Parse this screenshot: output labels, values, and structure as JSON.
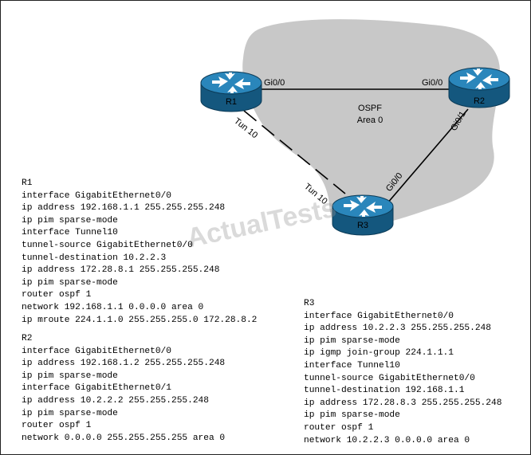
{
  "diagram": {
    "area_label_line1": "OSPF",
    "area_label_line2": "Area 0",
    "routers": {
      "r1": "R1",
      "r2": "R2",
      "r3": "R3"
    },
    "interfaces": {
      "r1_gi00": "Gi0/0",
      "r2_gi00": "Gi0/0",
      "r2_gi01": "Gi0/1",
      "r3_gi00": "Gi0/0",
      "r1_tun": "Tun 10",
      "r3_tun": "Tun 10"
    },
    "colors": {
      "router_blue": "#1b6f9e",
      "area_gray": "#c8c8c8"
    }
  },
  "watermark": "ActualTests",
  "configs": {
    "r1": [
      "R1",
      "interface GigabitEthernet0/0",
      "ip address 192.168.1.1 255.255.255.248",
      "ip pim sparse-mode",
      "interface Tunnel10",
      "tunnel-source GigabitEthernet0/0",
      "tunnel-destination 10.2.2.3",
      "ip address 172.28.8.1 255.255.255.248",
      "ip pim sparse-mode",
      "router ospf 1",
      "network 192.168.1.1 0.0.0.0 area 0",
      "ip mroute 224.1.1.0 255.255.255.0 172.28.8.2"
    ],
    "r2": [
      "R2",
      "interface GigabitEthernet0/0",
      "ip address 192.168.1.2 255.255.255.248",
      "ip pim sparse-mode",
      "interface GigabitEthernet0/1",
      "ip address 10.2.2.2 255.255.255.248",
      "ip pim sparse-mode",
      "router ospf 1",
      "network 0.0.0.0 255.255.255.255 area 0"
    ],
    "r3": [
      "R3",
      "interface GigabitEthernet0/0",
      "ip address 10.2.2.3 255.255.255.248",
      "ip pim sparse-mode",
      "ip igmp join-group 224.1.1.1",
      "interface Tunnel10",
      "tunnel-source GigabitEthernet0/0",
      "tunnel-destination 192.168.1.1",
      "ip address 172.28.8.3 255.255.255.248",
      "ip pim sparse-mode",
      "router ospf 1",
      "network 10.2.2.3 0.0.0.0 area 0"
    ]
  }
}
